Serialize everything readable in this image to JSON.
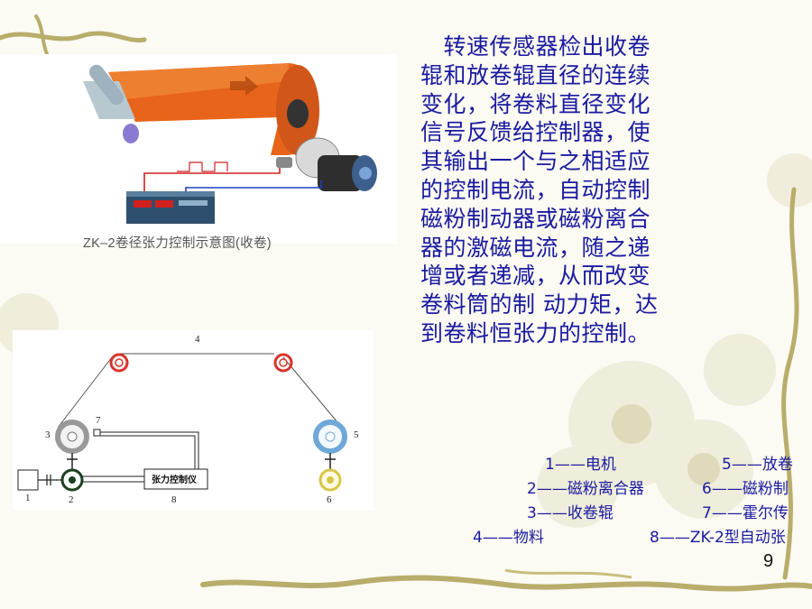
{
  "main_text_lines": [
    "　转速传感器检出收卷",
    "辊和放卷辊直径的连续",
    "变化，将卷料直径变化",
    "信号反馈给控制器，使",
    "其输出一个与之相适应",
    "的控制电流，自动控制",
    "磁粉制动器或磁粉离合",
    "器的激磁电流，随之递",
    "增或者递减，从而改变",
    "卷料筒的制 动力矩，达",
    "到卷料恒张力的控制。"
  ],
  "figure1_caption": "ZK–2卷径张力控制示意图(收卷)",
  "diagram": {
    "device_label": "张力控制仪",
    "numbers": [
      "1",
      "2",
      "3",
      "4",
      "5",
      "6",
      "7",
      "8"
    ]
  },
  "legend": [
    "1——电机",
    "2——磁粉离合器",
    "3——收卷辊",
    "4——物料",
    "5——放卷",
    "6——磁粉制",
    "7——霍尔传",
    "8——ZK-2型自动张"
  ],
  "page_number": "9",
  "colors": {
    "text_blue": "#1a1aa0",
    "material_orange": "#e8641a",
    "roller_red": "#d8342a",
    "roller_blue": "#6fa8d8",
    "roller_yellow": "#d8c64a"
  }
}
